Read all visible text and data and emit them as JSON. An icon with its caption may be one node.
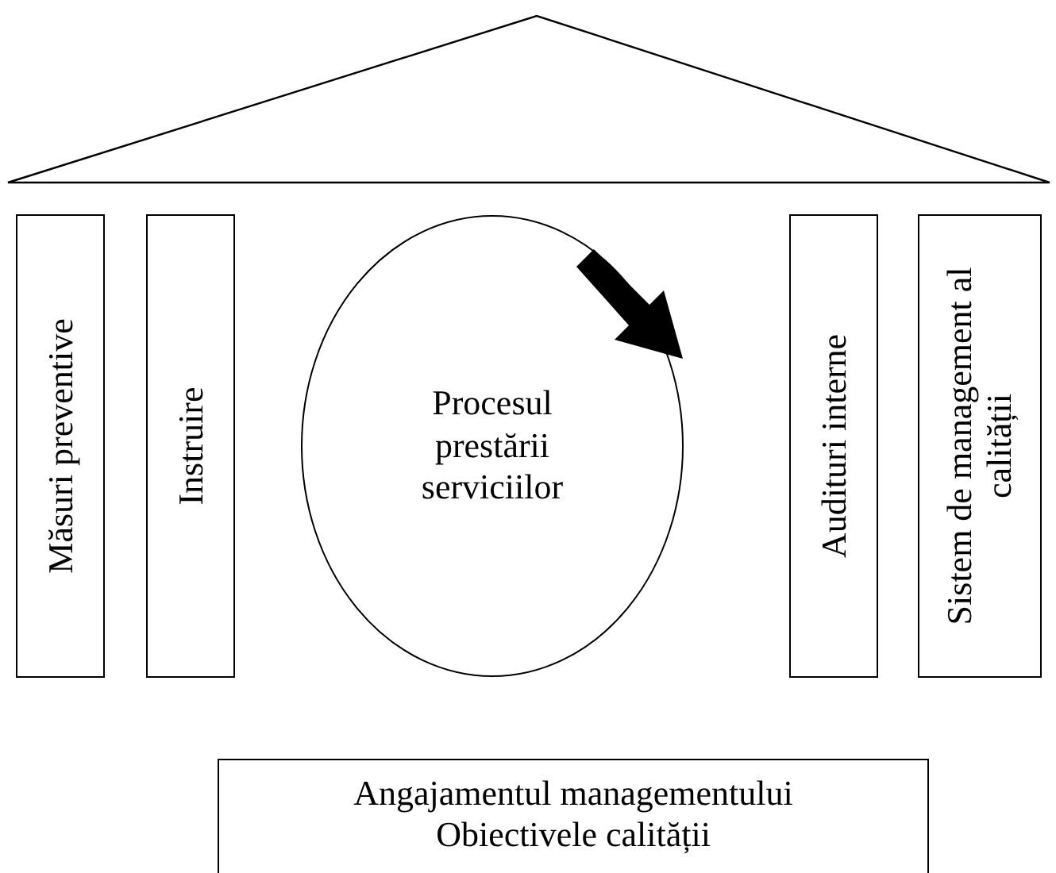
{
  "diagram": {
    "nodes": [
      {
        "text": [
          "Măsuri preventive"
        ]
      },
      {
        "text": [
          "Instruire"
        ]
      },
      {
        "text": [
          "Procesul prestării serviciilor"
        ]
      },
      {
        "text": [
          "Audituri interne"
        ]
      },
      {
        "text": [
          "Sistem de management al calității"
        ]
      },
      {
        "text": [
          "Angajamentul managementului",
          "Obiectivele calității"
        ]
      }
    ]
  }
}
